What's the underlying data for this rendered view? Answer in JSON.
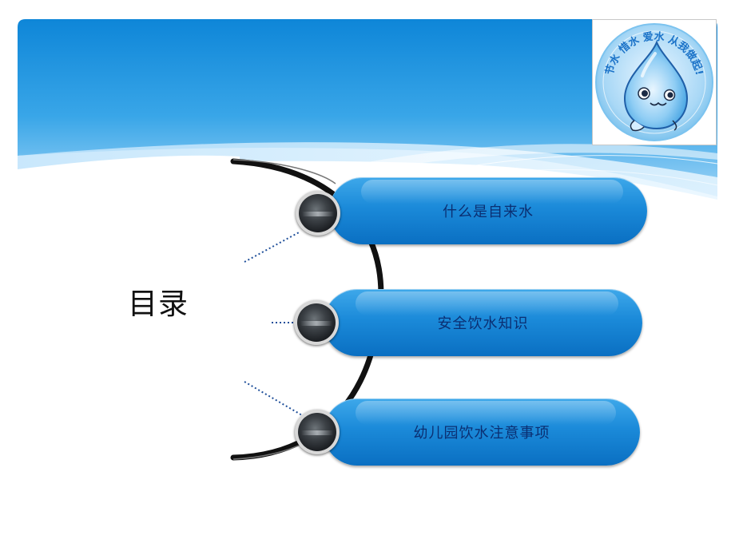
{
  "slide": {
    "title": "目录",
    "items": [
      {
        "label": "什么是自来水"
      },
      {
        "label": "安全饮水知识"
      },
      {
        "label": "幼儿园饮水注意事项"
      }
    ]
  },
  "logo": {
    "text": "节水 惜水 爱水 从我做起!",
    "icon": "water-drop-mascot-icon"
  },
  "colors": {
    "header_blue": "#1a8fdc",
    "item_blue": "#1b8ad9",
    "label_text": "#0b2f72"
  }
}
